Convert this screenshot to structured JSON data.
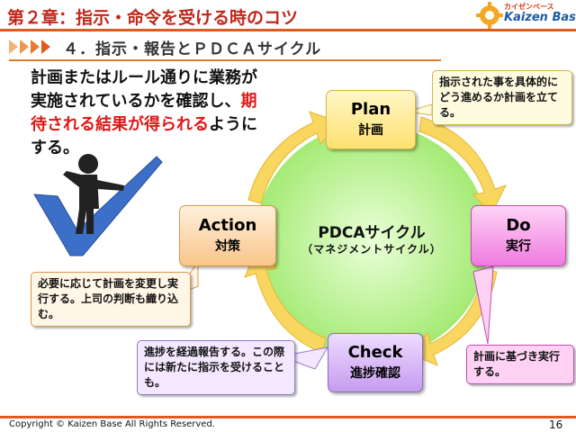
{
  "header": {
    "title": "第２章：指示・命令を受ける時のコツ",
    "logo_small": "カイゼンベース",
    "logo_text": "Kaizen Base"
  },
  "section": {
    "title": "４．指示・報告とＰＤＣＡサイクル"
  },
  "intro": {
    "part1": "計画またはルール通りに業務が実施されているかを確認し、",
    "highlight": "期待される結果が得られる",
    "part2": "ようにする。"
  },
  "cycle": {
    "center_title": "PDCAサイクル",
    "center_subtitle": "（マネジメントサイクル）",
    "nodes": {
      "plan": {
        "en": "Plan",
        "jp": "計画"
      },
      "do": {
        "en": "Do",
        "jp": "実行"
      },
      "check": {
        "en": "Check",
        "jp": "進捗確認"
      },
      "action": {
        "en": "Action",
        "jp": "対策"
      }
    },
    "callouts": {
      "plan": "指示された事を具体的にどう進めるか計画を立てる。",
      "do": "計画に基づき実行する。",
      "check": "進捗を経過報告する。この際には新たに指示を受けることも。",
      "action": "必要に応じて計画を変更し実行する。上司の判断も織り込む。"
    }
  },
  "colors": {
    "accent_red": "#c0281c",
    "accent_orange": "#e05a1e",
    "circle_green": "#a8f070",
    "arrow_yellow": "#f8d660",
    "check_blue": "#3c6fc8"
  },
  "footer": {
    "copyright": "Copyright © Kaizen Base All Rights Reserved.",
    "page": "16"
  }
}
